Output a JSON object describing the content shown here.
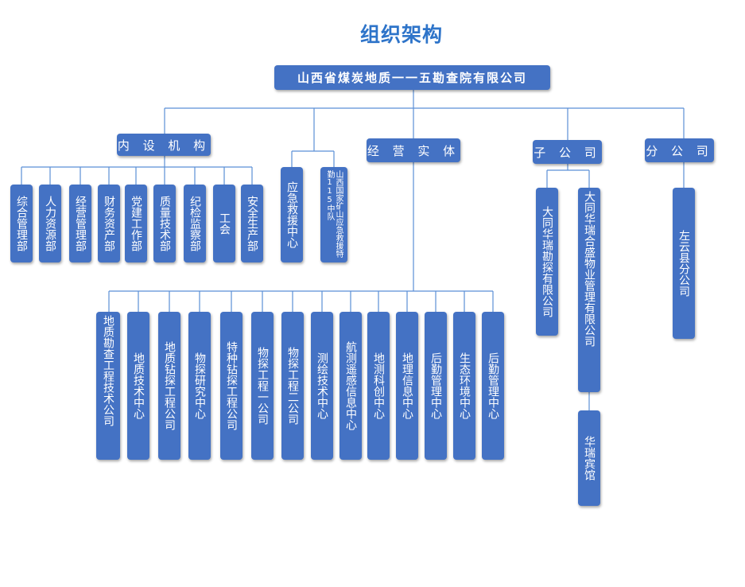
{
  "title": "组织架构",
  "root": "山西省煤炭地质一一五勘查院有限公司",
  "internal": {
    "label": "内 设 机 构",
    "items": [
      "综合管理部",
      "人力资源部",
      "经营管理部",
      "财务资产部",
      "党建工作部",
      "质量技术部",
      "纪检监察部",
      "工会",
      "安全生产部"
    ]
  },
  "emergency": {
    "center": "应急救援中心",
    "team": "山西国家矿山应急救援特勤115中队"
  },
  "business": {
    "label": "经 营 实 体",
    "items": [
      "地质勘查工程技术公司",
      "地质技术中心",
      "地质钻探工程公司",
      "物探研究中心",
      "特种钻探工程公司",
      "物探工程一公司",
      "物探工程二公司",
      "测绘技术中心",
      "航测遥感信息中心",
      "地测科创中心",
      "地理信息中心",
      "后勤管理中心",
      "生态环境中心",
      "后勤管理中心"
    ]
  },
  "subsidiary": {
    "label": "子 公 司",
    "items": [
      "大同华瑞勘探有限公司",
      "大同华瑞合盛物业管理有限公司"
    ],
    "hotel": "华瑞宾馆"
  },
  "branch": {
    "label": "分 公 司",
    "items": [
      "左云县分公司"
    ]
  },
  "colors": {
    "box": "#4472c4",
    "line": "#5b8fd6",
    "title": "#2e74c9"
  }
}
